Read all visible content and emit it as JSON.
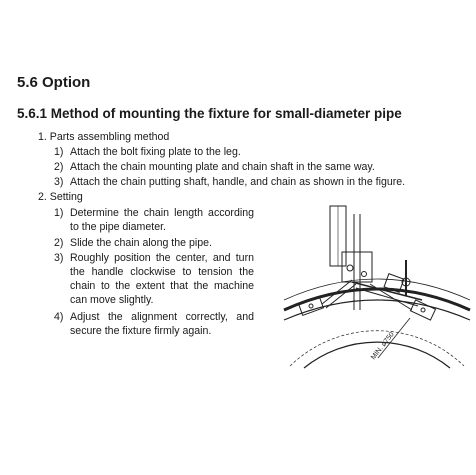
{
  "section": {
    "title": "5.6 Option"
  },
  "subsection": {
    "title": "5.6.1 Method of mounting the fixture for small-diameter pipe"
  },
  "parts": {
    "heading": "1. Parts assembling method",
    "steps": [
      {
        "num": "1)",
        "text": "Attach the bolt fixing plate to the leg."
      },
      {
        "num": "2)",
        "text": "Attach the chain mounting plate and chain shaft in the same way."
      },
      {
        "num": "3)",
        "text": "Attach the chain putting shaft, handle, and chain as shown in the figure."
      }
    ]
  },
  "setting": {
    "heading": "2. Setting",
    "steps": [
      {
        "num": "1)",
        "text": "Determine the chain length according to the pipe diameter."
      },
      {
        "num": "2)",
        "text": "Slide the chain along the pipe."
      },
      {
        "num": "3)",
        "text": "Roughly position the center, and turn the handle clockwise to tension the chain to the extent that the machine can move slightly."
      },
      {
        "num": "4)",
        "text": "Adjust the alignment correctly, and secure the fixture firmly again."
      }
    ]
  },
  "figure": {
    "label": "MIN. ø750"
  }
}
